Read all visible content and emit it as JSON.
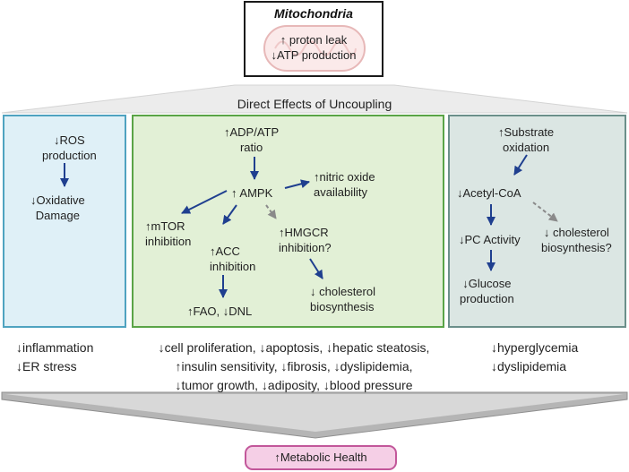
{
  "mitochondria_box": {
    "title": "Mitochondria",
    "line1": "↑ proton leak",
    "line2": "↓ATP production"
  },
  "section_title": "Direct Effects of Uncoupling",
  "left_panel": {
    "node1": [
      "↓ROS",
      "production"
    ],
    "node2": [
      "↓Oxidative",
      "Damage"
    ]
  },
  "middle_panel": {
    "adp_atp": [
      "↑ADP/ATP",
      "ratio"
    ],
    "ampk": "↑ AMPK",
    "nitric_oxide": [
      "↑nitric oxide",
      "availability"
    ],
    "mtor": [
      "↑mTOR",
      "inhibition"
    ],
    "acc": [
      "↑ACC",
      "inhibition"
    ],
    "hmgcr": [
      "↑HMGCR",
      "inhibition?"
    ],
    "fao_dnl": "↑FAO, ↓DNL",
    "cholesterol": [
      "↓ cholesterol",
      "biosynthesis"
    ]
  },
  "right_panel": {
    "substrate": [
      "↑Substrate",
      "oxidation"
    ],
    "acetyl_coa": "↓Acetyl-CoA",
    "pc_activity": "↓PC Activity",
    "cholesterol": [
      "↓ cholesterol",
      "biosynthesis?"
    ],
    "glucose": [
      "↓Glucose",
      "production"
    ]
  },
  "effects": {
    "left": [
      "↓inflammation",
      "↓ER stress"
    ],
    "middle": [
      "↓cell proliferation, ↓apoptosis, ↓hepatic steatosis,",
      "↑insulin sensitivity, ↓fibrosis, ↓dyslipidemia,",
      "↓tumor growth, ↓adiposity, ↓blood pressure"
    ],
    "right": [
      "↓hyperglycemia",
      "↓dyslipidemia"
    ]
  },
  "outcome": "↑Metabolic Health",
  "colors": {
    "arrow_solid": "#1f3f8f",
    "arrow_dashed": "#8a8a8a",
    "left_fill": "#dff0f7",
    "left_border": "#4fa3c0",
    "middle_fill": "#e2f0d6",
    "middle_border": "#5aa447",
    "right_fill": "#dbe6e3",
    "right_border": "#6b8f8a",
    "outcome_fill": "#f5cfe6",
    "outcome_border": "#c2579a"
  }
}
